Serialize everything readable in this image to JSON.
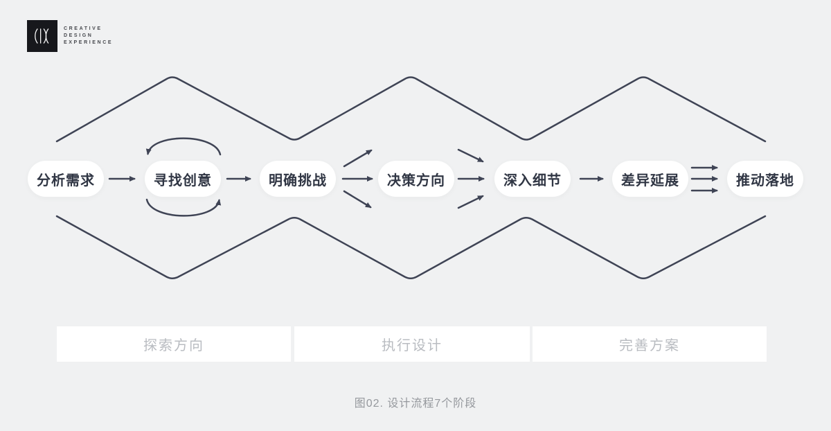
{
  "logo": {
    "mark": "(|)(",
    "lines": [
      "CREATIVE",
      "DESIGN",
      "EXPERIENCE"
    ]
  },
  "stages": [
    {
      "label": "分析需求"
    },
    {
      "label": "寻找创意"
    },
    {
      "label": "明确挑战"
    },
    {
      "label": "决策方向"
    },
    {
      "label": "深入细节"
    },
    {
      "label": "差异延展"
    },
    {
      "label": "推动落地"
    }
  ],
  "connectors": [
    {
      "from": 1,
      "to": 2,
      "type": "arrow-single"
    },
    {
      "from": 2,
      "to": 3,
      "type": "arrow-single"
    },
    {
      "from": 3,
      "to": 4,
      "type": "arrow-diverge-3"
    },
    {
      "from": 4,
      "to": 5,
      "type": "arrow-converge-3"
    },
    {
      "from": 5,
      "to": 6,
      "type": "arrow-single"
    },
    {
      "from": 6,
      "to": 7,
      "type": "arrow-parallel-3"
    }
  ],
  "loop": {
    "on_stage": 2,
    "type": "iteration-cycle"
  },
  "phases": [
    {
      "label": "探索方向"
    },
    {
      "label": "执行设计"
    },
    {
      "label": "完善方案"
    }
  ],
  "caption": "图02. 设计流程7个阶段",
  "colors": {
    "background": "#f0f1f2",
    "line": "#3f4455",
    "pill_background": "#ffffff",
    "pill_text": "#303644",
    "phase_text": "#b9bcc1",
    "caption_text": "#95989d",
    "logo_background": "#17181c"
  }
}
